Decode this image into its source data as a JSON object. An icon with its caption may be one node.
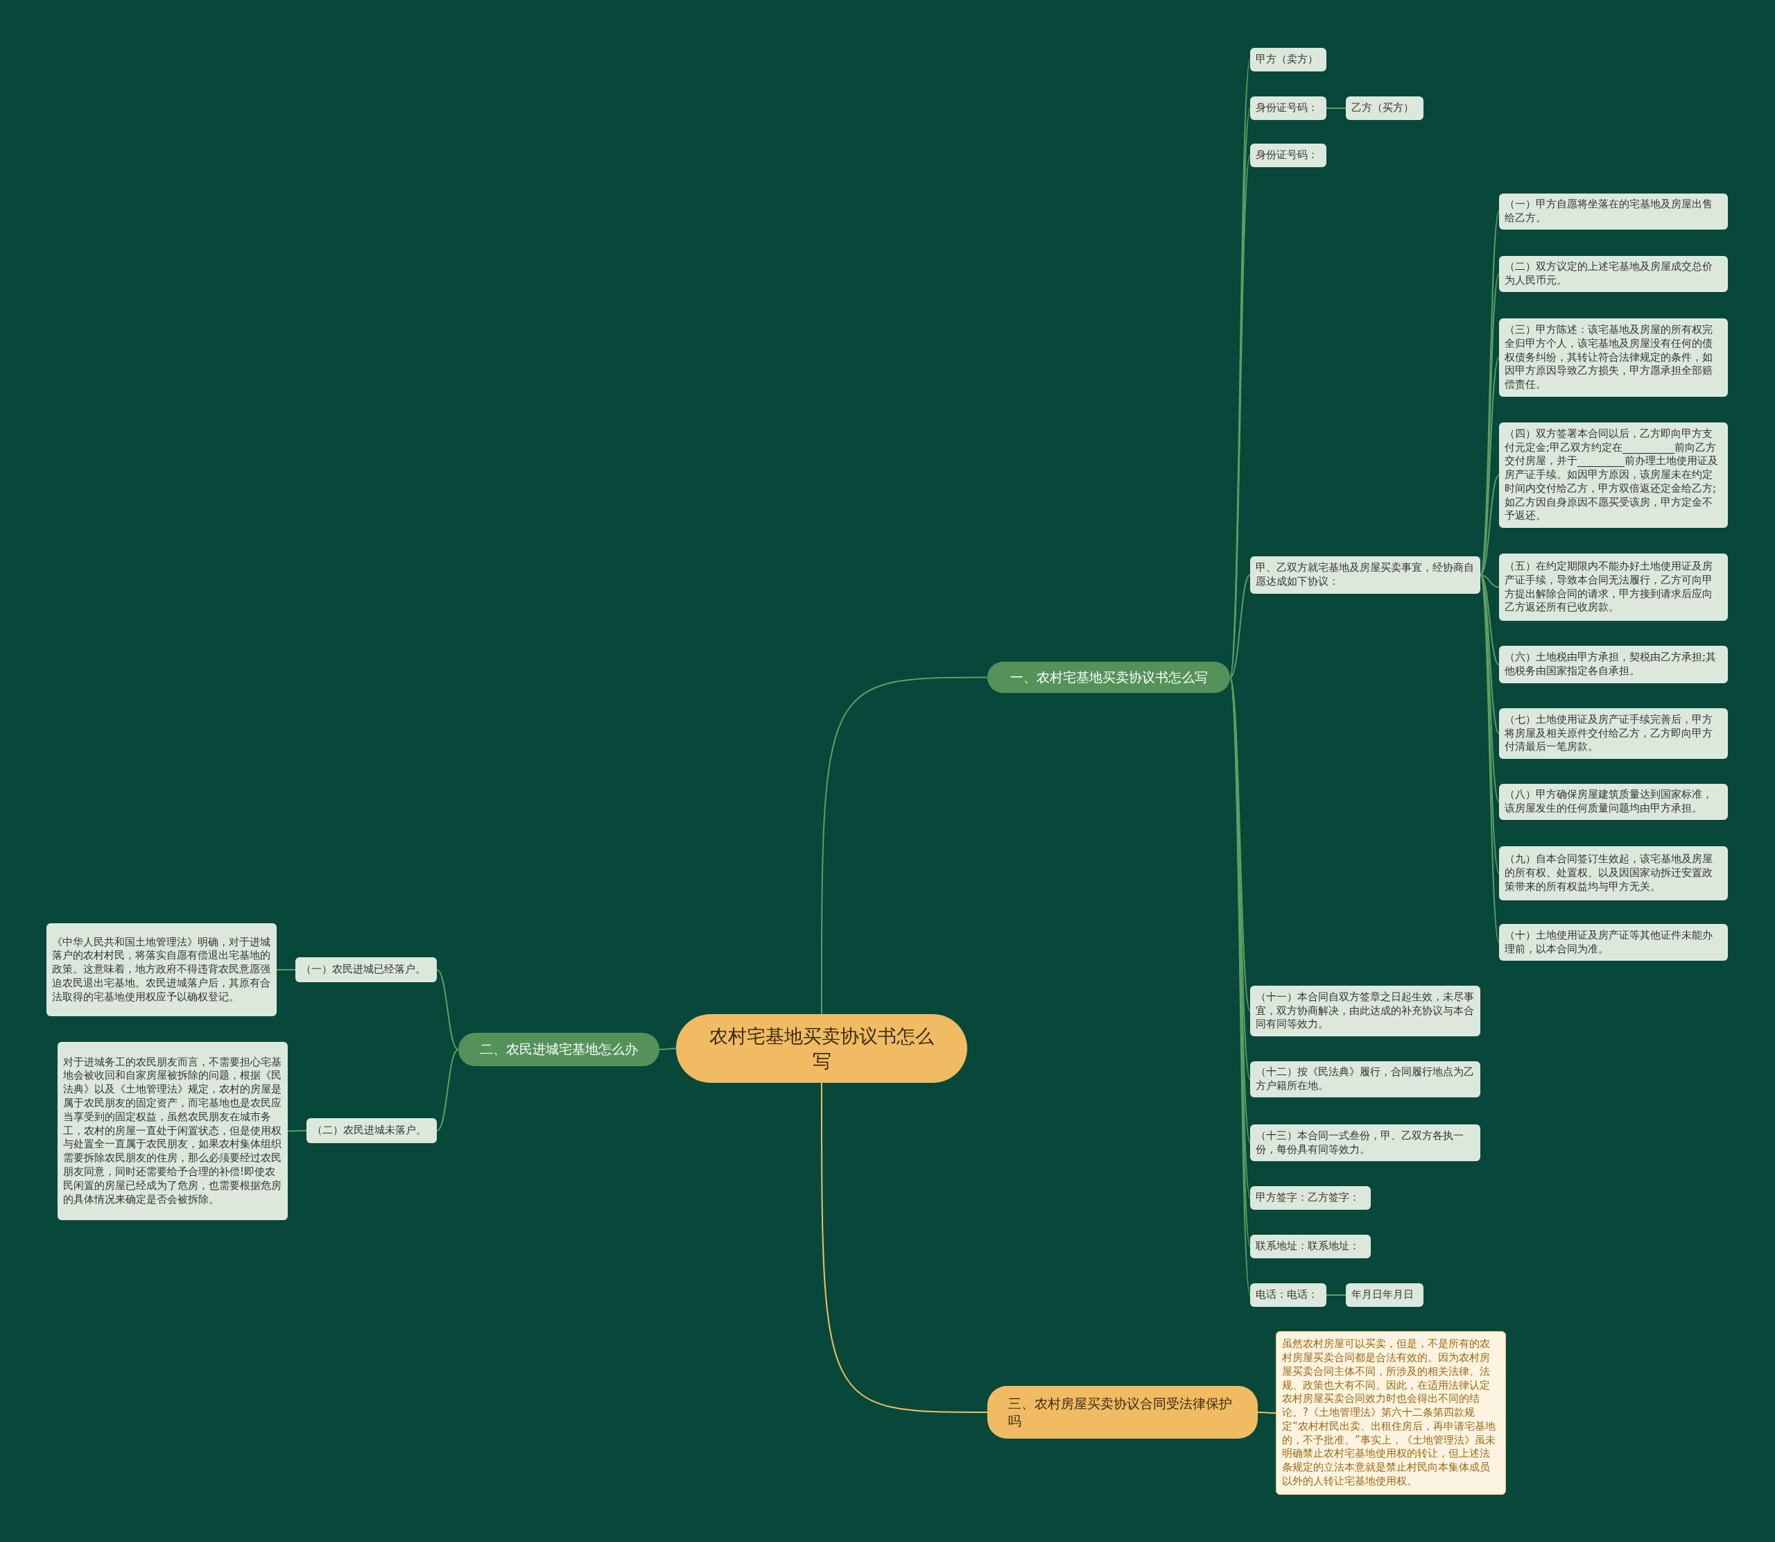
{
  "diagram": {
    "nodes": [
      {
        "text": [
          "农村宅基地买卖协议书怎么写"
        ]
      },
      {
        "text": [
          "一、农村宅基地买卖协议书怎么写"
        ]
      },
      {
        "text": [
          "甲方（卖方）"
        ]
      },
      {
        "text": [
          "身份证号码："
        ]
      },
      {
        "text": [
          "乙方（买方）"
        ]
      },
      {
        "text": [
          "身份证号码："
        ]
      },
      {
        "text": [
          "甲、乙双方就宅基地及房屋买卖事宜，经协商自愿达成如下协议："
        ]
      },
      {
        "text": [
          "（一）甲方自愿将坐落在的宅基地及房屋出售给乙方。"
        ]
      },
      {
        "text": [
          "（二）双方议定的上述宅基地及房屋成交总价为人民币元。"
        ]
      },
      {
        "text": [
          "（三）甲方陈述：该宅基地及房屋的所有权完全归甲方个人，该宅基地及房屋没有任何的债权债务纠纷，其转让符合法律规定的条件，如因甲方原因导致乙方损失，甲方愿承担全部赔偿责任。"
        ]
      },
      {
        "text": [
          "（四）双方签署本合同以后，乙方即向甲方支付元定金;甲乙双方约定在__________前向乙方交付房屋，并于_________前办理土地使用证及房产证手续。如因甲方原因，该房屋未在约定时间内交付给乙方，甲方双倍返还定金给乙方;如乙方因自身原因不愿买受该房，甲方定金不予返还。"
        ]
      },
      {
        "text": [
          "（五）在约定期限内不能办好土地使用证及房产证手续，导致本合同无法履行，乙方可向甲方提出解除合同的请求，甲方接到请求后应向乙方返还所有已收房款。"
        ]
      },
      {
        "text": [
          "（六）土地税由甲方承担，契税由乙方承担;其他税务由国家指定各自承担。"
        ]
      },
      {
        "text": [
          "（七）土地使用证及房产证手续完善后，甲方将房屋及相关原件交付给乙方，乙方即向甲方付清最后一笔房款。"
        ]
      },
      {
        "text": [
          "（八）甲方确保房屋建筑质量达到国家标准，该房屋发生的任何质量问题均由甲方承担。"
        ]
      },
      {
        "text": [
          "（九）自本合同签订生效起，该宅基地及房屋的所有权、处置权、以及因国家动拆迁安置政策带来的所有权益均与甲方无关。"
        ]
      },
      {
        "text": [
          "（十）土地使用证及房产证等其他证件未能办理前，以本合同为准。"
        ]
      },
      {
        "text": [
          "（十一）本合同自双方签章之日起生效，未尽事宜，双方协商解决，由此达成的补充协议与本合同有同等效力。"
        ]
      },
      {
        "text": [
          "（十二）按《民法典》履行，合同履行地点为乙方户籍所在地。"
        ]
      },
      {
        "text": [
          "（十三）本合同一式叁份，甲、乙双方各执一份，每份具有同等效力。"
        ]
      },
      {
        "text": [
          "甲方签字：乙方签字："
        ]
      },
      {
        "text": [
          "联系地址：联系地址："
        ]
      },
      {
        "text": [
          "电话：电话："
        ]
      },
      {
        "text": [
          "年月日年月日"
        ]
      },
      {
        "text": [
          "二、农民进城宅基地怎么办"
        ]
      },
      {
        "text": [
          "（一）农民进城已经落户。"
        ]
      },
      {
        "text": [
          "《中华人民共和国土地管理法》明确，对于进城落户的农村村民，将落实自愿有偿退出宅基地的政策。这意味着，地方政府不得违背农民意愿强迫农民退出宅基地。农民进城落户后，其原有合法取得的宅基地使用权应予以确权登记。"
        ]
      },
      {
        "text": [
          "（二）农民进城未落户。"
        ]
      },
      {
        "text": [
          "对于进城务工的农民朋友而言，不需要担心宅基地会被收回和自家房屋被拆除的问题，根据《民法典》以及《土地管理法》规定，农村的房屋是属于农民朋友的固定资产，而宅基地也是农民应当享受到的固定权益，虽然农民朋友在城市务工，农村的房屋一直处于闲置状态，但是使用权与处置全一直属于农民朋友，如果农村集体组织需要拆除农民朋友的住房，那么必须要经过农民朋友同意，同时还需要给予合理的补偿!即使农民闲置的房屋已经成为了危房，也需要根据危房的具体情况来确定是否会被拆除。"
        ]
      },
      {
        "text": [
          "三、农村房屋买卖协议合同受法律保护吗"
        ]
      },
      {
        "text": [
          "虽然农村房屋可以买卖，但是，不是所有的农村房屋买卖合同都是合法有效的。因为农村房屋买卖合同主体不同，所涉及的相关法律、法规、政策也大有不同。因此，在适用法律认定农村房屋买卖合同效力时也会得出不同的结论。?《土地管理法》第六十二条第四款规定“农村村民出卖、出租住房后，再申请宅基地的，不予批准。”事实上，《土地管理法》虽未明确禁止农村宅基地使用权的转让，但上述法条规定的立法本意就是禁止村民向本集体成员以外的人转让宅基地使用权。"
        ]
      }
    ],
    "edges": [
      {
        "from": 0,
        "to": 1,
        "arrow": "none"
      },
      {
        "from": 1,
        "to": 2,
        "arrow": "none"
      },
      {
        "from": 1,
        "to": 3,
        "arrow": "none"
      },
      {
        "from": 3,
        "to": 4,
        "arrow": "none"
      },
      {
        "from": 1,
        "to": 5,
        "arrow": "none"
      },
      {
        "from": 1,
        "to": 6,
        "arrow": "none"
      },
      {
        "from": 6,
        "to": 7,
        "arrow": "none"
      },
      {
        "from": 6,
        "to": 8,
        "arrow": "none"
      },
      {
        "from": 6,
        "to": 9,
        "arrow": "none"
      },
      {
        "from": 6,
        "to": 10,
        "arrow": "none"
      },
      {
        "from": 6,
        "to": 11,
        "arrow": "none"
      },
      {
        "from": 6,
        "to": 12,
        "arrow": "none"
      },
      {
        "from": 6,
        "to": 13,
        "arrow": "none"
      },
      {
        "from": 6,
        "to": 14,
        "arrow": "none"
      },
      {
        "from": 6,
        "to": 15,
        "arrow": "none"
      },
      {
        "from": 6,
        "to": 16,
        "arrow": "none"
      },
      {
        "from": 1,
        "to": 17,
        "arrow": "none"
      },
      {
        "from": 1,
        "to": 18,
        "arrow": "none"
      },
      {
        "from": 1,
        "to": 19,
        "arrow": "none"
      },
      {
        "from": 1,
        "to": 20,
        "arrow": "none"
      },
      {
        "from": 1,
        "to": 21,
        "arrow": "none"
      },
      {
        "from": 1,
        "to": 22,
        "arrow": "none"
      },
      {
        "from": 22,
        "to": 23,
        "arrow": "none"
      },
      {
        "from": 0,
        "to": 24,
        "arrow": "none"
      },
      {
        "from": 24,
        "to": 25,
        "arrow": "none"
      },
      {
        "from": 25,
        "to": 26,
        "arrow": "none"
      },
      {
        "from": 24,
        "to": 27,
        "arrow": "none"
      },
      {
        "from": 27,
        "to": 28,
        "arrow": "none"
      },
      {
        "from": 0,
        "to": 29,
        "arrow": "none",
        "color": "#f0c060"
      },
      {
        "from": 29,
        "to": 30,
        "arrow": "none",
        "color": "#f0c060"
      }
    ]
  }
}
